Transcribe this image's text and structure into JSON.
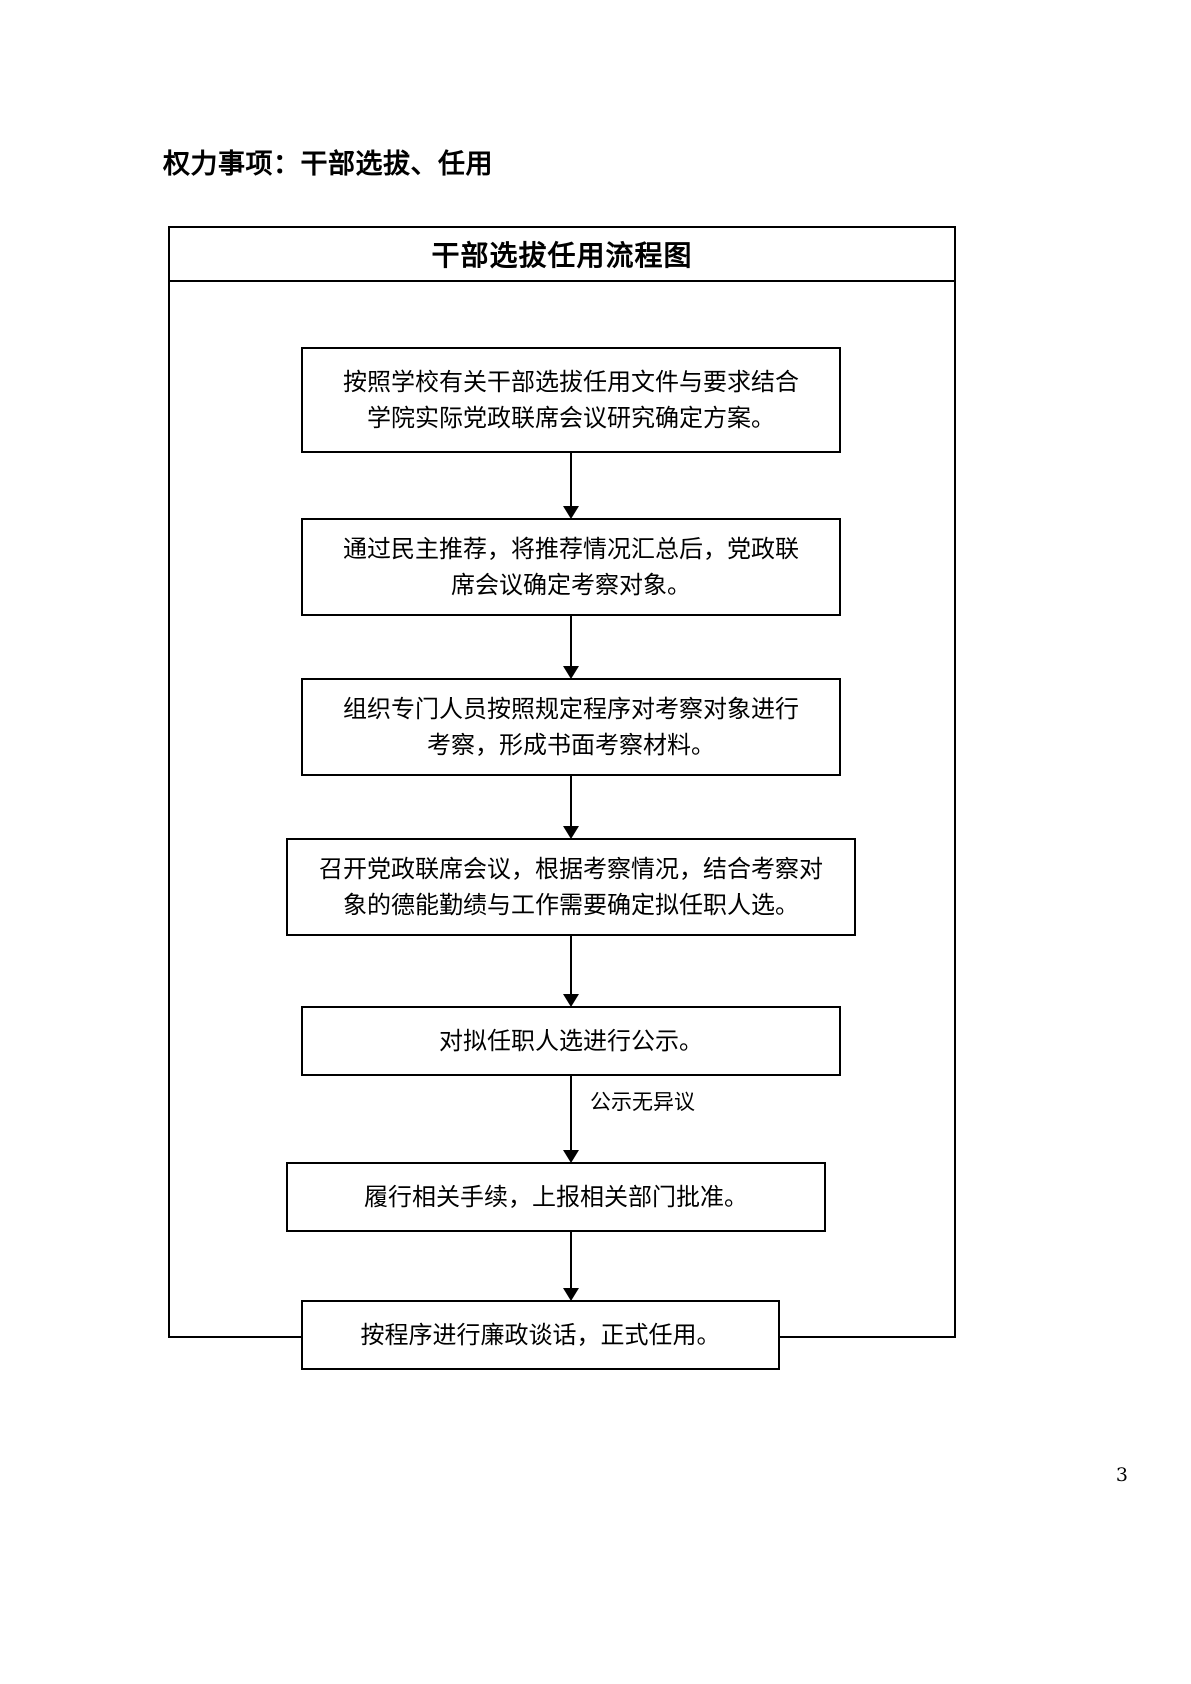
{
  "document": {
    "heading": "权力事项：干部选拔、任用",
    "page_number": "3"
  },
  "chart_data": {
    "type": "flowchart",
    "title": "干部选拔任用流程图",
    "orientation": "top-to-bottom",
    "nodes": [
      {
        "id": "n1",
        "shape": "rectangle",
        "lines": [
          "按照学校有关干部选拔任用文件与要求结合",
          "学院实际党政联席会议研究确定方案。"
        ],
        "text": "按照学校有关干部选拔任用文件与要求结合学院实际党政联席会议研究确定方案。"
      },
      {
        "id": "n2",
        "shape": "rectangle",
        "lines": [
          "通过民主推荐，将推荐情况汇总后，党政联",
          "席会议确定考察对象。"
        ],
        "text": "通过民主推荐，将推荐情况汇总后，党政联席会议确定考察对象。"
      },
      {
        "id": "n3",
        "shape": "rectangle",
        "lines": [
          "组织专门人员按照规定程序对考察对象进行",
          "考察，形成书面考察材料。"
        ],
        "text": "组织专门人员按照规定程序对考察对象进行考察，形成书面考察材料。"
      },
      {
        "id": "n4",
        "shape": "rectangle",
        "lines": [
          "召开党政联席会议，根据考察情况，结合考察对",
          "象的德能勤绩与工作需要确定拟任职人选。"
        ],
        "text": "召开党政联席会议，根据考察情况，结合考察对象的德能勤绩与工作需要确定拟任职人选。"
      },
      {
        "id": "n5",
        "shape": "rectangle",
        "lines": [
          "对拟任职人选进行公示。"
        ],
        "text": "对拟任职人选进行公示。"
      },
      {
        "id": "n6",
        "shape": "rectangle",
        "lines": [
          "履行相关手续，上报相关部门批准。"
        ],
        "text": "履行相关手续，上报相关部门批准。"
      },
      {
        "id": "n7",
        "shape": "rectangle",
        "lines": [
          "按程序进行廉政谈话，正式任用。"
        ],
        "text": "按程序进行廉政谈话，正式任用。"
      }
    ],
    "edges": [
      {
        "from": "n1",
        "to": "n2",
        "label": "",
        "arrow": "down"
      },
      {
        "from": "n2",
        "to": "n3",
        "label": "",
        "arrow": "down"
      },
      {
        "from": "n3",
        "to": "n4",
        "label": "",
        "arrow": "down"
      },
      {
        "from": "n4",
        "to": "n5",
        "label": "",
        "arrow": "down"
      },
      {
        "from": "n5",
        "to": "n6",
        "label": "公示无异议",
        "arrow": "down"
      },
      {
        "from": "n6",
        "to": "n7",
        "label": "",
        "arrow": "down"
      }
    ]
  }
}
